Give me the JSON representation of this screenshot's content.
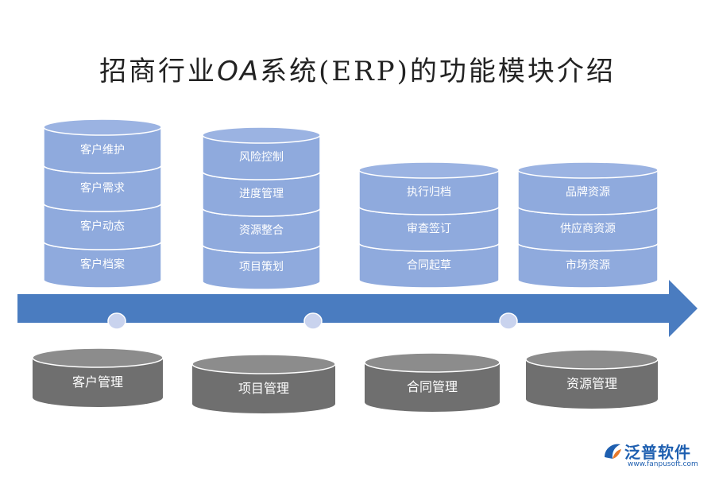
{
  "title_cn_1": "招商行业",
  "title_latin": "OA",
  "title_cn_2": "系统(ERP)的功能模块介绍",
  "stacks": [
    {
      "items": [
        "客户维护",
        "客户需求",
        "客户动态",
        "客户档案"
      ],
      "base": "客户管理"
    },
    {
      "items": [
        "风险控制",
        "进度管理",
        "资源整合",
        "项目策划"
      ],
      "base": "项目管理"
    },
    {
      "items": [
        "执行归档",
        "审查签订",
        "合同起草"
      ],
      "base": "合同管理"
    },
    {
      "items": [
        "品牌资源",
        "供应商资源",
        "市场资源"
      ],
      "base": "资源管理"
    }
  ],
  "colors": {
    "disk_top": "#9bb3e2",
    "disk_side": "#8faadd",
    "disk_edge": "#ffffff",
    "base_top": "#8c8c8c",
    "base_side": "#6f6f6f",
    "arrow": "#4a7cc0",
    "dot": "#c9d3ee"
  },
  "logo": {
    "name": "泛普软件",
    "url": "www.fanpusoft.com",
    "icon": "fanpu-logo-icon"
  }
}
